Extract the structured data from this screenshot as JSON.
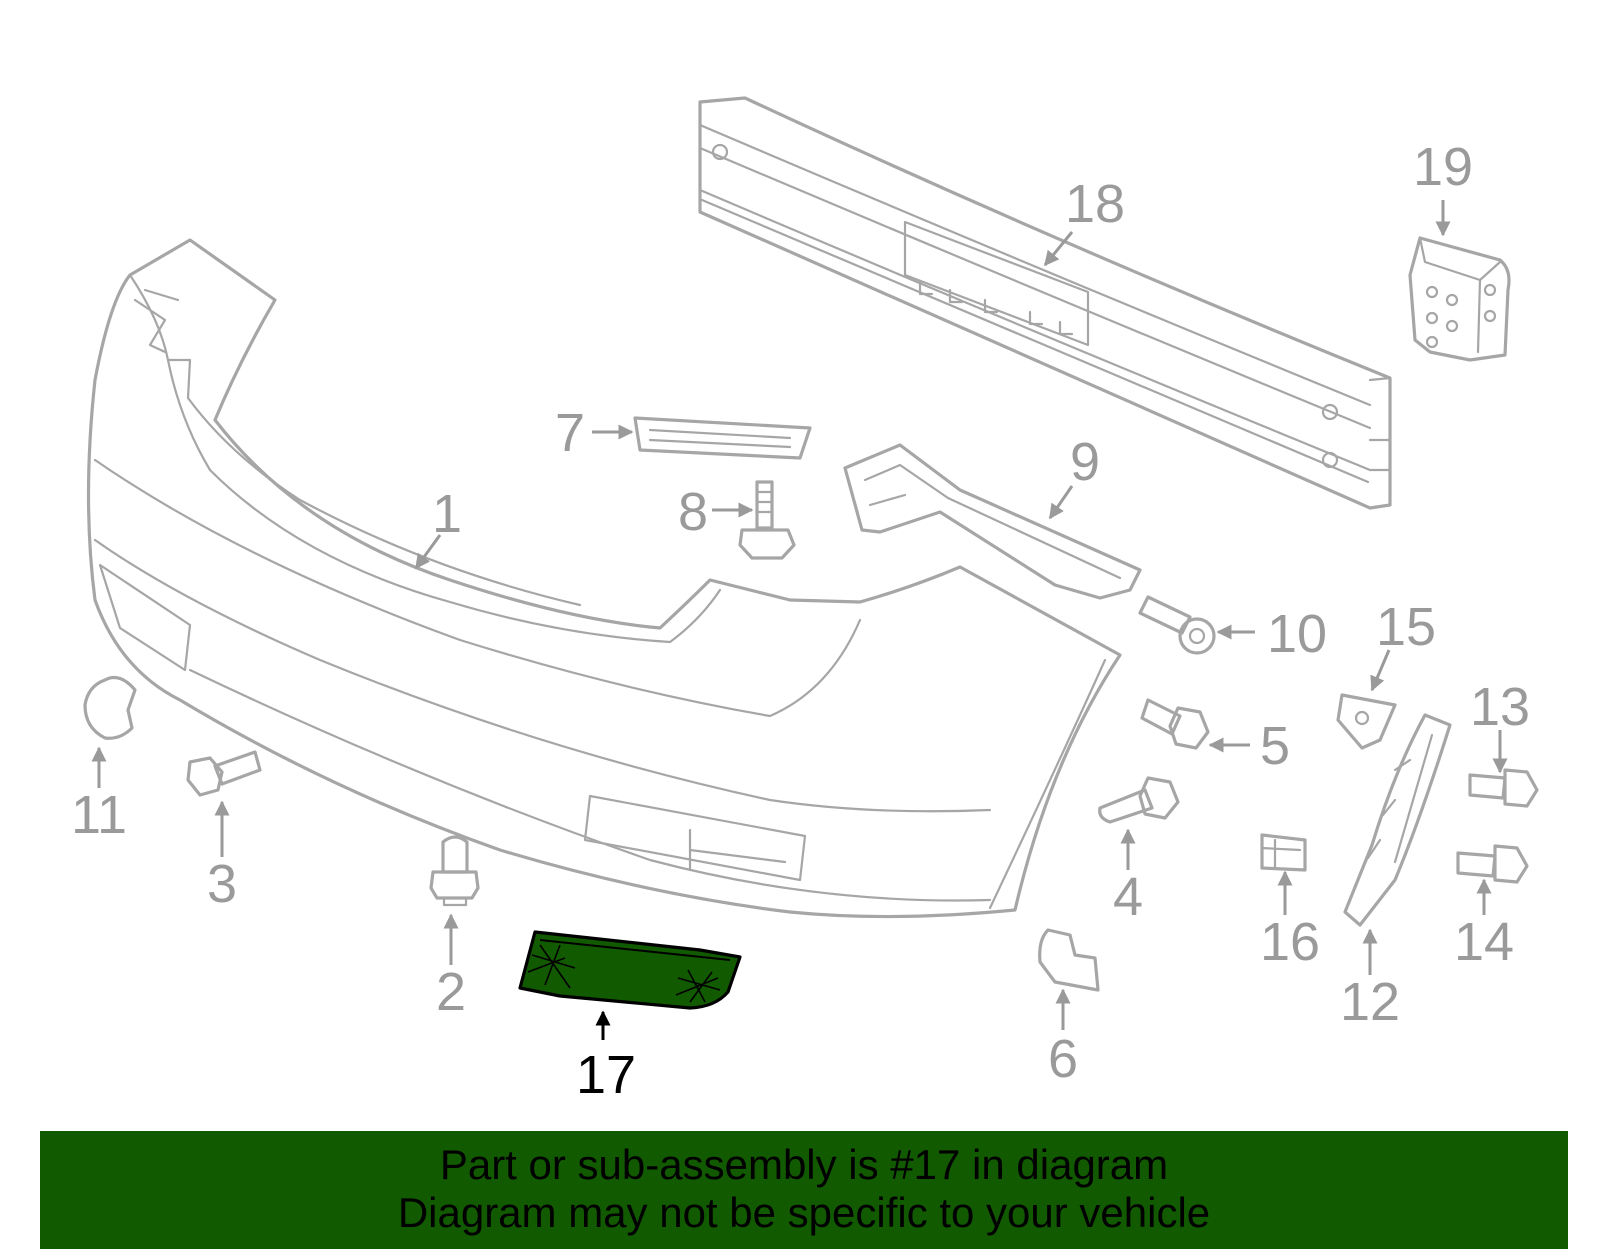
{
  "diagram": {
    "highlighted_part": "17",
    "colors": {
      "highlight": "#115a00",
      "line": "#a6a6a6",
      "label": "#9a9a9a",
      "highlight_label": "#000000"
    },
    "callouts": {
      "c1": "1",
      "c2": "2",
      "c3": "3",
      "c4": "4",
      "c5": "5",
      "c6": "6",
      "c7": "7",
      "c8": "8",
      "c9": "9",
      "c10": "10",
      "c11": "11",
      "c12": "12",
      "c13": "13",
      "c14": "14",
      "c15": "15",
      "c16": "16",
      "c17": "17",
      "c18": "18",
      "c19": "19"
    }
  },
  "banner": {
    "line1": "Part or sub-assembly is #17 in diagram",
    "line2": "Diagram may not be specific to your vehicle"
  }
}
